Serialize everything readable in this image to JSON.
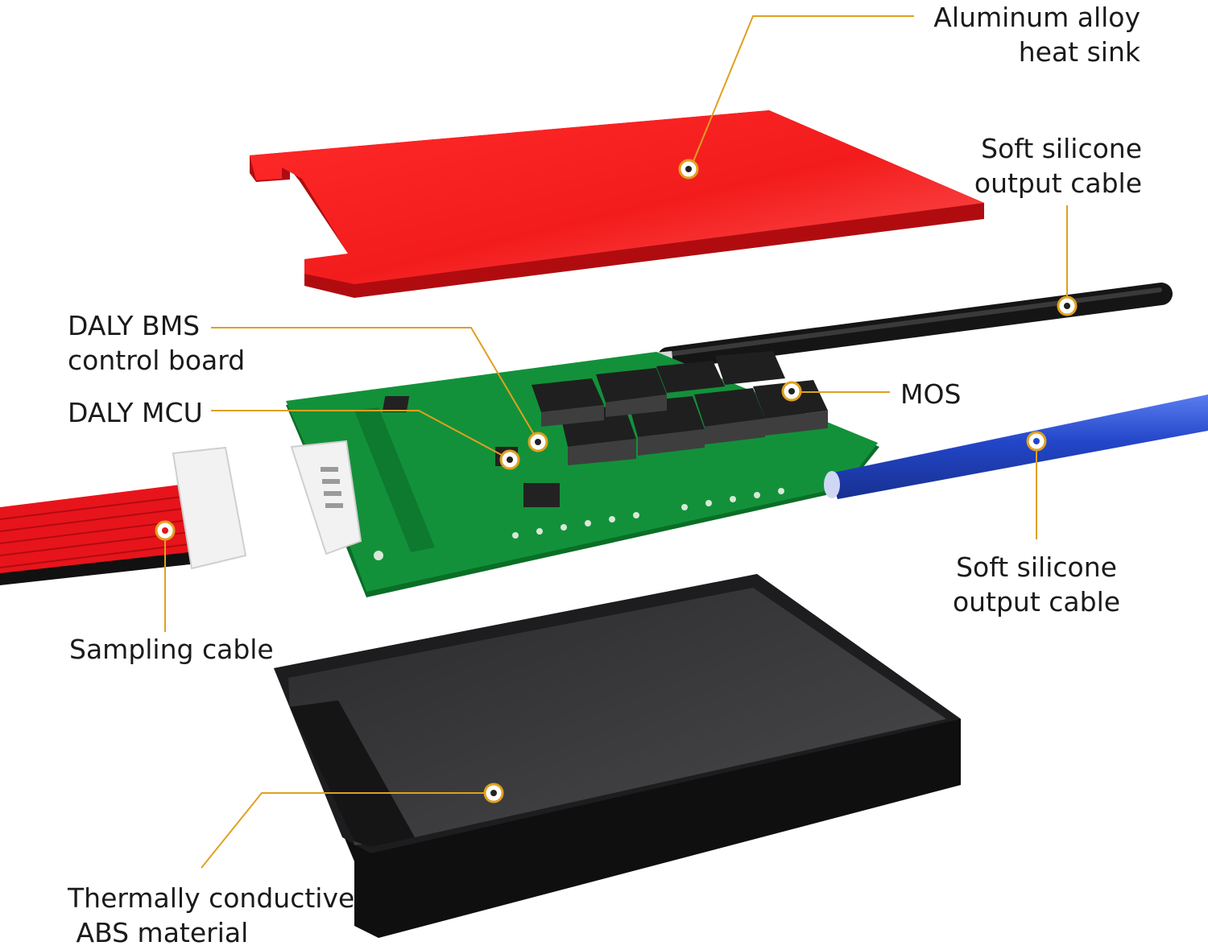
{
  "labels": {
    "heat_sink": [
      "Aluminum alloy",
      "heat sink"
    ],
    "output_cable_top": [
      "Soft silicone",
      "output cable"
    ],
    "bms_board": [
      "DALY BMS",
      "control board"
    ],
    "mcu": [
      "DALY MCU"
    ],
    "mos": [
      "MOS"
    ],
    "output_cable_bottom": [
      "Soft silicone",
      "output cable"
    ],
    "sampling_cable": [
      "Sampling cable"
    ],
    "abs_case": [
      "Thermally conductive",
      " ABS material"
    ]
  },
  "colors": {
    "heat_sink_red": "#e8141b",
    "pcb_green": "#0f8a32",
    "black_cable": "#1b1b1b",
    "blue_cable": "#2346c9",
    "case_black": "#1e1e20",
    "leader_line": "#e0a020"
  }
}
